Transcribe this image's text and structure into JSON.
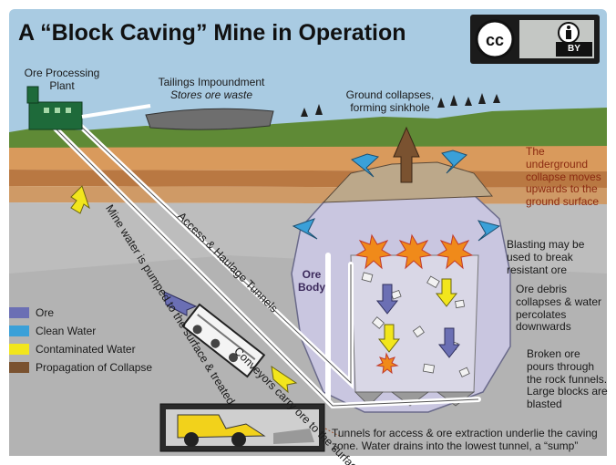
{
  "title": "A “Block Caving” Mine in Operation",
  "labels": {
    "ore_processing_plant": "Ore Processing Plant",
    "tailings_title": "Tailings Impoundment",
    "tailings_subtitle": "Stores ore waste",
    "ground_collapses": "Ground collapses, forming sinkhole",
    "underground_collapse": "The underground collapse moves upwards to the ground surface",
    "blasting": "Blasting may be used to break resistant ore",
    "ore_debris": "Ore debris collapses & water percolates downwards",
    "broken_ore": "Broken ore pours through the rock funnels.  Large blocks are blasted",
    "tunnels_note": "Tunnels for access & ore extraction underlie the caving zone.  Water drains into the lowest tunnel, a “sump”",
    "ore_body": "Ore Body",
    "mine_water": "Mine water is pumped to the surface & treated",
    "access_tunnels": "Access & Haulage Tunnels",
    "conveyors": "Conveyors carry ore to the surface"
  },
  "legend": [
    {
      "label": "Ore",
      "color": "#6b6fb4"
    },
    {
      "label": "Clean Water",
      "color": "#3aa0d8"
    },
    {
      "label": "Contaminated Water",
      "color": "#f2e61c"
    },
    {
      "label": "Propagation of Collapse",
      "color": "#7a5230"
    }
  ],
  "badge": {
    "cc_text": "cc",
    "by_text": "BY",
    "person_icon": "person-icon"
  },
  "colors": {
    "sky": "#a9cbe2",
    "grass": "#5f8a36",
    "soil": "#c98a52",
    "rock": "#bdbdbd",
    "ore_zone": "#c9c6e0",
    "plant": "#1e6a3a",
    "arrow_ore": "#6b6fb4",
    "arrow_clean": "#3aa0d8",
    "arrow_contaminated": "#f2e61c",
    "arrow_collapse": "#7a5230",
    "blast": "#f08a1a"
  }
}
